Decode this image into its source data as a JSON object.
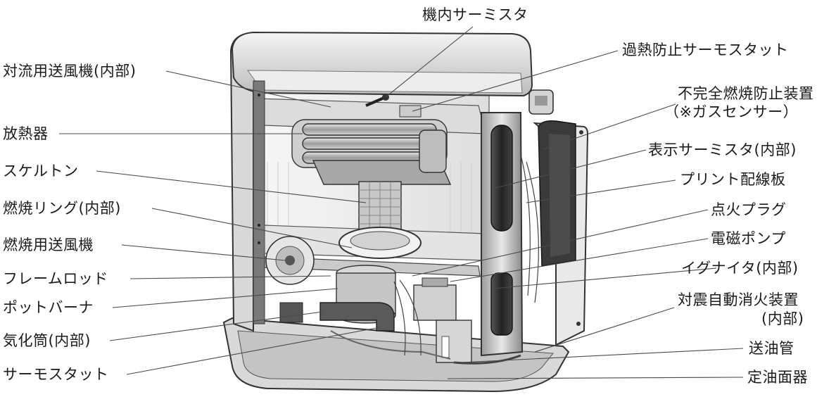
{
  "labels": {
    "kinai_thermistor": "機内サーミスタ",
    "kanetsu_thermostat": "過熱防止サーモスタット",
    "fukanzen_1": "不完全燃焼防止装置",
    "fukanzen_2": "（※ガスセンサー）",
    "hyoji_thermistor": "表示サーミスタ(内部)",
    "print_board": "プリント配線板",
    "tenka_plug": "点火プラグ",
    "denji_pump": "電磁ポンプ",
    "ignitor": "イグナイタ(内部)",
    "taishin_1": "対震自動消火装置",
    "taishin_2": "(内部)",
    "soyu_kan": "送油管",
    "teiyu_menki": "定油面器",
    "tairyu_fan": "対流用送風機(内部)",
    "hounetsuki": "放熱器",
    "skeleton": "スケルトン",
    "nensho_ring": "燃焼リング(内部)",
    "nensho_fan": "燃焼用送風機",
    "flame_rod": "フレームロッド",
    "pot_burner": "ポットバーナ",
    "kikato": "気化筒(内部)",
    "thermostat": "サーモスタット"
  },
  "colors": {
    "ink": "#1a1a1a",
    "leader": "#4a4a4a",
    "casing_light": "#e6e6e6",
    "casing_mid": "#bdbdbd",
    "casing_dark": "#6e6e6e",
    "panel_dark": "#2b2b2b"
  }
}
